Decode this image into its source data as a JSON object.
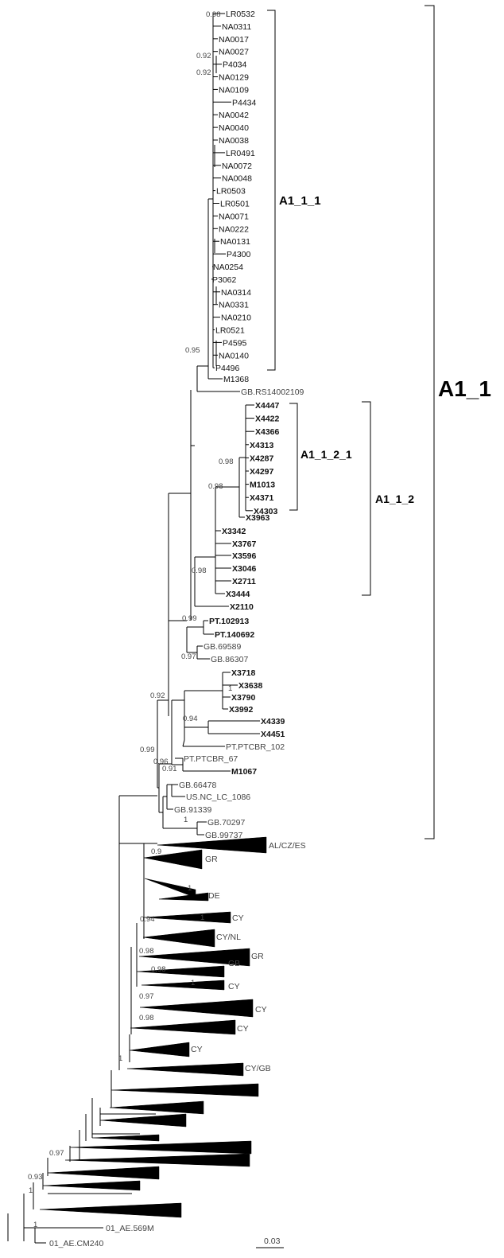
{
  "tree": {
    "clades": [
      {
        "id": "a111",
        "label": "A1_1_1"
      },
      {
        "id": "a1121",
        "label": "A1_1_2_1"
      },
      {
        "id": "a112",
        "label": "A1_1_2"
      },
      {
        "id": "a11",
        "label": "A1_1"
      }
    ],
    "taxa_a111": [
      "LR0532",
      "NA0311",
      "NA0017",
      "NA0027",
      "P4034",
      "NA0129",
      "NA0109",
      "P4434",
      "NA0042",
      "NA0040",
      "NA0038",
      "LR0491",
      "NA0072",
      "NA0048",
      "LR0503",
      "LR0501",
      "NA0071",
      "NA0222",
      "NA0131",
      "P4300",
      "NA0254",
      "P3062",
      "NA0314",
      "NA0331",
      "NA0210",
      "LR0521",
      "P4595",
      "NA0140",
      "P4496"
    ],
    "taxa_mid": [
      "M1368",
      "GB.RS14002109"
    ],
    "taxa_a1121": [
      "X4447",
      "X4422",
      "X4366",
      "X4313",
      "X4287",
      "X4297",
      "M1013",
      "X4371",
      "X4303"
    ],
    "taxa_a112_rest": [
      "X3963",
      "X3342",
      "X3767",
      "X3596",
      "X3046",
      "X2711",
      "X3444",
      "X2110"
    ],
    "taxa_lower": [
      "PT.102913",
      "PT.140692",
      "GB.69589",
      "GB.86307",
      "X3718",
      "X3638",
      "X3790",
      "X3992",
      "X4339",
      "X4451",
      "PT.PTCBR_102",
      "PT.PTCBR_67",
      "M1067",
      "GB.66478",
      "US.NC_LC_1086",
      "GB.91339",
      "GB.70297",
      "GB.99737"
    ],
    "collapsed": [
      "AL/CZ/ES",
      "GR",
      "DE",
      "CY",
      "CY/NL",
      "GR",
      "GB",
      "CY",
      "CY",
      "CY",
      "CY",
      "CY/GB"
    ],
    "outgroup": [
      "01_AE.569M",
      "01_AE.CM240"
    ],
    "support": [
      "0.98",
      "0.92",
      "0.92",
      "0.95",
      "0.98",
      "0.98",
      "0.98",
      "0.99",
      "0.97",
      "1",
      "0.92",
      "0.94",
      "0.99",
      "0.96",
      "0.91",
      "1",
      "0.9",
      "1",
      "1",
      "0.94",
      "0.98",
      "0.98",
      "1",
      "0.97",
      "0.98",
      "1",
      "0.97",
      "0.93",
      "1",
      "1"
    ],
    "scale_label": "0.03"
  }
}
